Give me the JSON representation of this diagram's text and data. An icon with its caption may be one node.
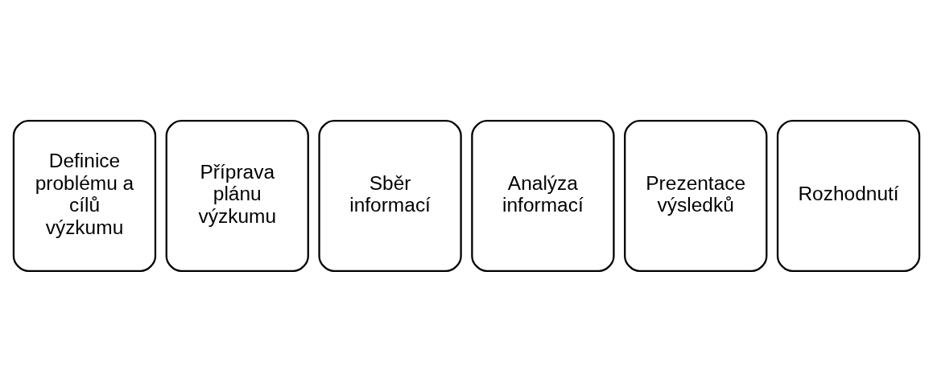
{
  "diagram": {
    "nodes": [
      {
        "text": [
          "Definice problému a cílů výzkumu"
        ]
      },
      {
        "text": [
          "Příprava plánu výzkumu"
        ]
      },
      {
        "text": [
          "Sběr informací"
        ]
      },
      {
        "text": [
          "Analýza informací"
        ]
      },
      {
        "text": [
          "Prezentace výsledků"
        ]
      },
      {
        "text": [
          "Rozhodnutí"
        ]
      }
    ]
  }
}
